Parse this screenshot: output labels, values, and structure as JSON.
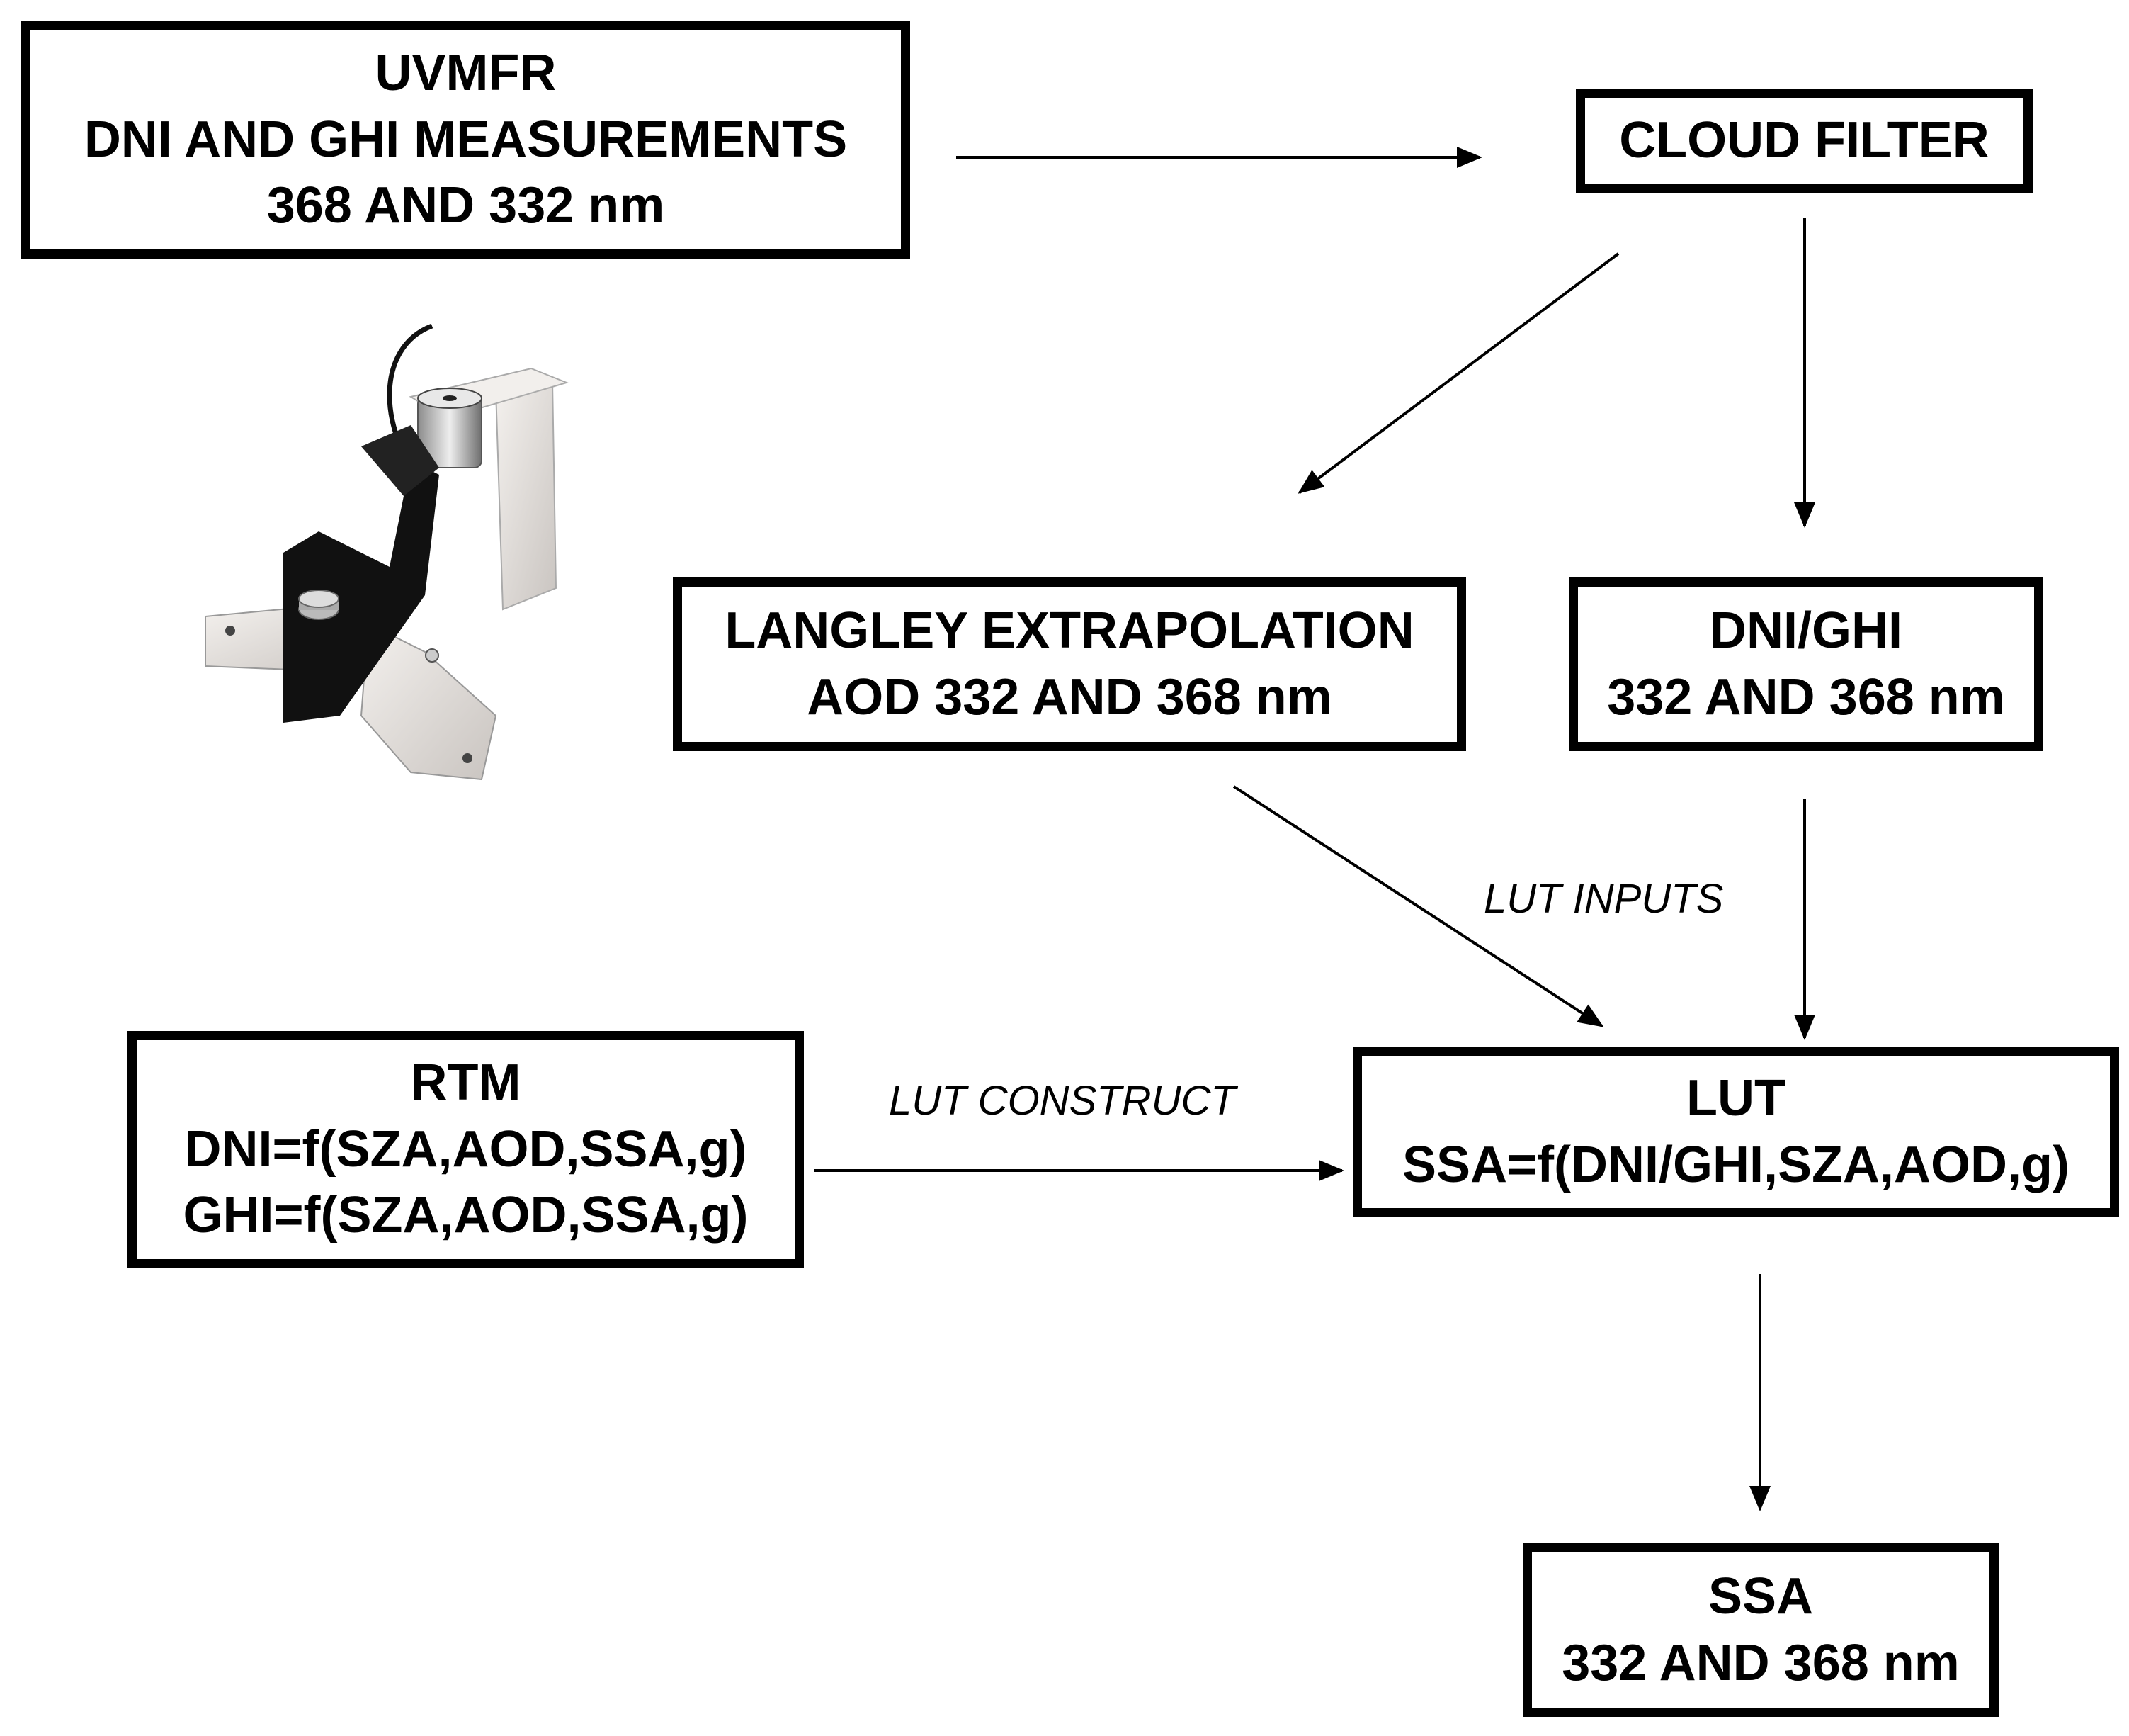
{
  "nodes": {
    "uvmfr": {
      "lines": [
        "UVMFR",
        "DNI AND GHI MEASUREMENTS",
        "368 AND 332 nm"
      ]
    },
    "cloud_filter": {
      "lines": [
        "CLOUD FILTER"
      ]
    },
    "langley": {
      "lines": [
        "LANGLEY EXTRAPOLATION",
        "AOD 332 AND 368 nm"
      ]
    },
    "dni_ghi": {
      "lines": [
        "DNI/GHI",
        "332 AND 368 nm"
      ]
    },
    "rtm": {
      "lines": [
        "RTM",
        "DNI=f(SZA,AOD,SSA,g)",
        "GHI=f(SZA,AOD,SSA,g)"
      ]
    },
    "lut": {
      "lines": [
        "LUT",
        "SSA=f(DNI/GHI,SZA,AOD,g)"
      ]
    },
    "ssa": {
      "lines": [
        "SSA",
        "332 AND 368 nm"
      ]
    }
  },
  "edge_labels": {
    "lut_inputs": "LUT INPUTS",
    "lut_construct": "LUT CONSTRUCT"
  },
  "edges": [
    {
      "from": "uvmfr",
      "to": "cloud_filter"
    },
    {
      "from": "cloud_filter",
      "to": "langley"
    },
    {
      "from": "cloud_filter",
      "to": "dni_ghi"
    },
    {
      "from": "langley",
      "to": "lut"
    },
    {
      "from": "dni_ghi",
      "to": "lut"
    },
    {
      "from": "rtm",
      "to": "lut"
    },
    {
      "from": "lut",
      "to": "ssa"
    }
  ]
}
